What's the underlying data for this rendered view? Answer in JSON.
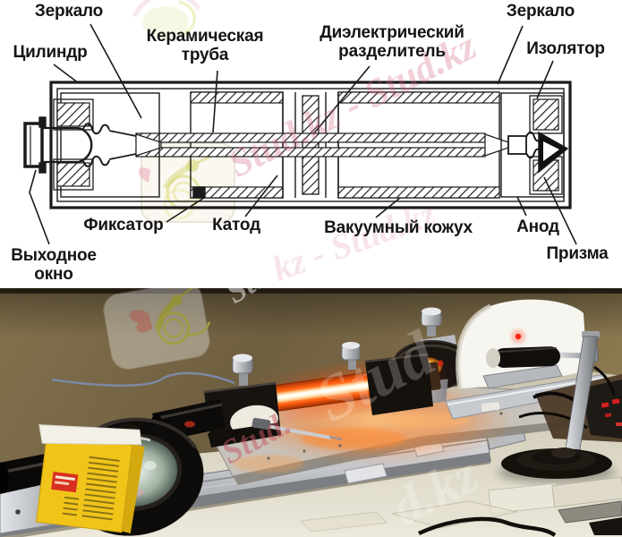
{
  "figure": {
    "type": "laser-construction-figure",
    "panels": [
      "schematic",
      "photograph"
    ]
  },
  "diagram": {
    "background": "#ffffff",
    "line_color": "#1a1a1a",
    "labels": [
      {
        "id": "mirror-left",
        "text": "Зеркало"
      },
      {
        "id": "cylinder",
        "text": "Цилиндр"
      },
      {
        "id": "ceramic-tube",
        "text": "Керамическая труба"
      },
      {
        "id": "dielectric-separator",
        "text": "Диэлектрический разделитель"
      },
      {
        "id": "mirror-right",
        "text": "Зеркало"
      },
      {
        "id": "insulator",
        "text": "Изолятор"
      },
      {
        "id": "fixator",
        "text": "Фиксатор"
      },
      {
        "id": "cathode",
        "text": "Катод"
      },
      {
        "id": "vacuum-jacket",
        "text": "Вакуумный кожух"
      },
      {
        "id": "anode",
        "text": "Анод"
      },
      {
        "id": "prism",
        "text": "Призма"
      },
      {
        "id": "output-window",
        "text": "Выходное окно"
      }
    ]
  },
  "watermarks": {
    "diagram_line_1": "Stud.kz - Stud.kz",
    "diagram_line_2": "kz - Stud.kz",
    "photo_top": "Stu",
    "photo_big": "Stud",
    "photo_bottom": "d.kz",
    "photo_pink": "Stud.",
    "pink_color": "#d4627e",
    "logo": "stud-kz-hummingbird-logo"
  },
  "photo": {
    "colors": {
      "wall": "#75654a",
      "table": "#ddd7c4",
      "rail": "#b9bcc1",
      "laser_glow": "#ff5f10",
      "laser_core": "#fff5da",
      "screen": "#f7f5f0",
      "laser_dot": "#ff2412"
    }
  }
}
